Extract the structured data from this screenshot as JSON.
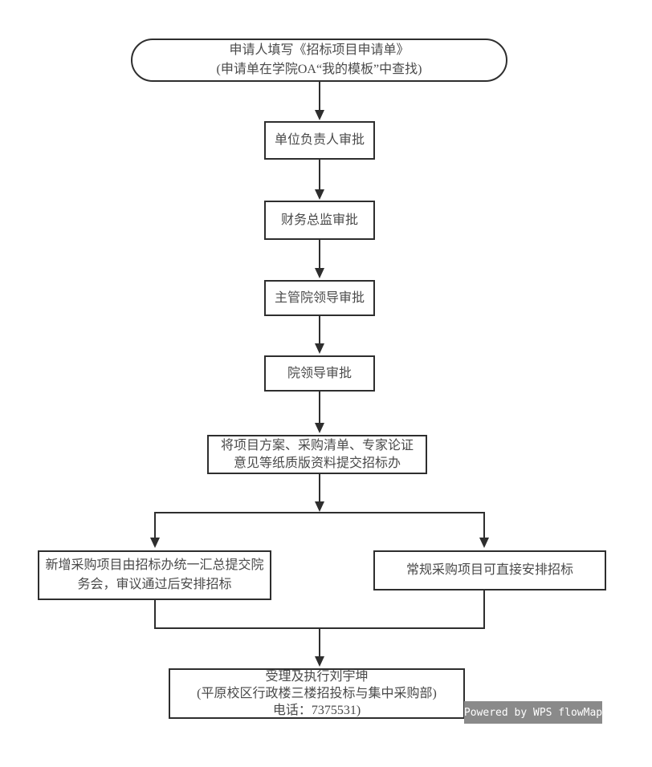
{
  "flowchart": {
    "type": "flowchart",
    "colors": {
      "border": "#2e2e2e",
      "text": "#4a4a4a",
      "bg": "#ffffff"
    },
    "nodes": {
      "start": {
        "shape": "terminator",
        "lines": [
          "申请人填写《招标项目申请单》",
          "(申请单在学院OA“我的模板”中查找)"
        ]
      },
      "unit_leader": {
        "shape": "process",
        "lines": [
          "单位负责人审批"
        ]
      },
      "finance_director": {
        "shape": "process",
        "lines": [
          "财务总监审批"
        ]
      },
      "supervising_dean": {
        "shape": "process",
        "lines": [
          "主管院领导审批"
        ]
      },
      "dean": {
        "shape": "process",
        "lines": [
          "院领导审批"
        ]
      },
      "submit_materials": {
        "shape": "process",
        "lines": [
          "将项目方案、采购清单、专家论证",
          "意见等纸质版资料提交招标办"
        ]
      },
      "new_procurement": {
        "shape": "process",
        "lines": [
          "新增采购项目由招标办统一汇总提交院",
          "务会，审议通过后安排招标"
        ]
      },
      "regular_procurement": {
        "shape": "process",
        "lines": [
          "常规采购项目可直接安排招标"
        ]
      },
      "handler": {
        "shape": "process",
        "lines": [
          "受理及执行刘宇坤",
          "(平原校区行政楼三楼招投标与集中采购部)",
          "电话：7375531)"
        ]
      }
    },
    "edges": [
      {
        "from": "start",
        "to": "unit_leader"
      },
      {
        "from": "unit_leader",
        "to": "finance_director"
      },
      {
        "from": "finance_director",
        "to": "supervising_dean"
      },
      {
        "from": "supervising_dean",
        "to": "dean"
      },
      {
        "from": "dean",
        "to": "submit_materials"
      },
      {
        "from": "submit_materials",
        "to": "new_procurement"
      },
      {
        "from": "submit_materials",
        "to": "regular_procurement"
      },
      {
        "from": "new_procurement",
        "to": "handler"
      },
      {
        "from": "regular_procurement",
        "to": "handler"
      }
    ]
  },
  "watermark": {
    "label": "Powered by WPS flowMap",
    "bg": "#8a8a8a",
    "text_color": "#ffffff"
  }
}
